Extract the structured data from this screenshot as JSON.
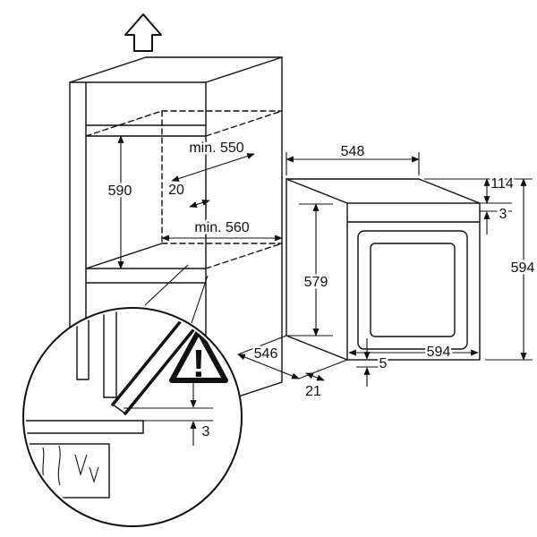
{
  "diagram": {
    "cabinet": {
      "niche_height": "590",
      "niche_depth_min": "min. 550",
      "niche_width_min": "min. 560",
      "rear_gap": "20"
    },
    "oven": {
      "width_top": "548",
      "control_panel_height": "114",
      "top_gap": "3",
      "overall_height": "594",
      "body_height": "579",
      "overall_width": "594",
      "bottom_overlap": "5",
      "depth": "546",
      "front_protrusion": "21"
    },
    "detail": {
      "front_gap": "3",
      "warning_mark": "!"
    }
  }
}
